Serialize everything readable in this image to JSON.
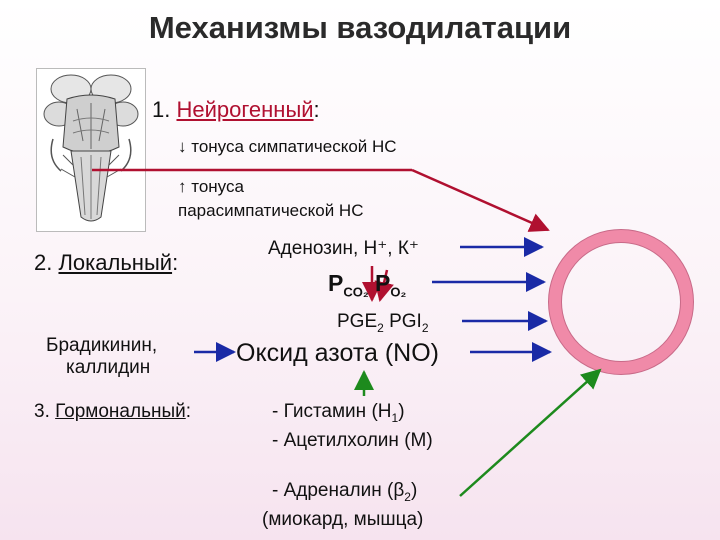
{
  "title": "Механизмы вазодилатации",
  "neurogenic": {
    "number": "1.",
    "label": "Нейрогенный",
    "colon": ":",
    "sympathetic": "↓ тонуса симпатической НС",
    "para_line1": "↑ тонуса",
    "para_line2": "парасимпатической НС"
  },
  "local": {
    "number": "2.",
    "label": "Локальный",
    "colon": ":",
    "adenosine": "Аденозин, Н⁺, К⁺",
    "gas_p1": "P",
    "gas_co2": "CO₂",
    "gas_p2": "P",
    "gas_o2": "O₂",
    "pge_main": "PGE",
    "pge_sub": "2",
    "pgi_main": "PGI",
    "pgi_sub": "2",
    "bradykinin_line1": "Брадикинин,",
    "bradykinin_line2": "каллидин",
    "nitric_oxide": "Оксид азота (NO)"
  },
  "hormonal": {
    "number": "3.",
    "label": "Гормональный",
    "colon": ":",
    "histamine_main": "- Гистамин (Н",
    "histamine_sub": "1",
    "histamine_end": ")",
    "acetylcholine": "- Ацетилхолин (М)",
    "adrenaline_main": "- Адреналин (β",
    "adrenaline_sub": "2",
    "adrenaline_end": ")",
    "adrenaline_note": "(миокард, мышца)"
  },
  "colors": {
    "vessel": "#f08aa8",
    "red_arrow": "#b01030",
    "blue_arrow": "#1a2aa6",
    "green_arrow": "#1d8a1d"
  },
  "icons": {
    "brain": "brainstem-illustration",
    "vessel": "vessel-cross-section-ring"
  }
}
